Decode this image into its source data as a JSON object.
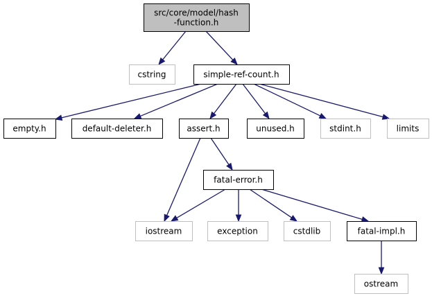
{
  "diagram": {
    "title": "",
    "colors": {
      "edge": "#191970",
      "root_fill": "#bfbfbf",
      "root_stroke": "#000000",
      "documented_stroke": "#000000",
      "external_stroke": "#bfbfbf",
      "external_text": "#000000"
    },
    "nodes": [
      {
        "id": "hash_function",
        "name": "hash-function-h-node",
        "kind": "root",
        "lines": [
          "src/core/model/hash",
          "-function.h"
        ]
      },
      {
        "id": "cstring",
        "name": "cstring-node",
        "kind": "external",
        "lines": [
          "cstring"
        ]
      },
      {
        "id": "simple_ref_count",
        "name": "simple-ref-count-h-node",
        "kind": "documented",
        "lines": [
          "simple-ref-count.h"
        ]
      },
      {
        "id": "empty",
        "name": "empty-h-node",
        "kind": "documented",
        "lines": [
          "empty.h"
        ]
      },
      {
        "id": "default_deleter",
        "name": "default-deleter-h-node",
        "kind": "documented",
        "lines": [
          "default-deleter.h"
        ]
      },
      {
        "id": "assert",
        "name": "assert-h-node",
        "kind": "documented",
        "lines": [
          "assert.h"
        ]
      },
      {
        "id": "unused",
        "name": "unused-h-node",
        "kind": "documented",
        "lines": [
          "unused.h"
        ]
      },
      {
        "id": "stdint",
        "name": "stdint-h-node",
        "kind": "external",
        "lines": [
          "stdint.h"
        ]
      },
      {
        "id": "limits",
        "name": "limits-node",
        "kind": "external",
        "lines": [
          "limits"
        ]
      },
      {
        "id": "fatal_error",
        "name": "fatal-error-h-node",
        "kind": "documented",
        "lines": [
          "fatal-error.h"
        ]
      },
      {
        "id": "iostream",
        "name": "iostream-node",
        "kind": "external",
        "lines": [
          "iostream"
        ]
      },
      {
        "id": "exception",
        "name": "exception-node",
        "kind": "external",
        "lines": [
          "exception"
        ]
      },
      {
        "id": "cstdlib",
        "name": "cstdlib-node",
        "kind": "external",
        "lines": [
          "cstdlib"
        ]
      },
      {
        "id": "fatal_impl",
        "name": "fatal-impl-h-node",
        "kind": "documented",
        "lines": [
          "fatal-impl.h"
        ]
      },
      {
        "id": "ostream",
        "name": "ostream-node",
        "kind": "external",
        "lines": [
          "ostream"
        ]
      }
    ],
    "edges": [
      {
        "from": "hash_function",
        "to": "cstring"
      },
      {
        "from": "hash_function",
        "to": "simple_ref_count"
      },
      {
        "from": "simple_ref_count",
        "to": "empty"
      },
      {
        "from": "simple_ref_count",
        "to": "default_deleter"
      },
      {
        "from": "simple_ref_count",
        "to": "assert"
      },
      {
        "from": "simple_ref_count",
        "to": "unused"
      },
      {
        "from": "simple_ref_count",
        "to": "stdint"
      },
      {
        "from": "simple_ref_count",
        "to": "limits"
      },
      {
        "from": "assert",
        "to": "fatal_error"
      },
      {
        "from": "assert",
        "to": "iostream"
      },
      {
        "from": "fatal_error",
        "to": "iostream"
      },
      {
        "from": "fatal_error",
        "to": "exception"
      },
      {
        "from": "fatal_error",
        "to": "cstdlib"
      },
      {
        "from": "fatal_error",
        "to": "fatal_impl"
      },
      {
        "from": "fatal_impl",
        "to": "ostream"
      }
    ]
  }
}
